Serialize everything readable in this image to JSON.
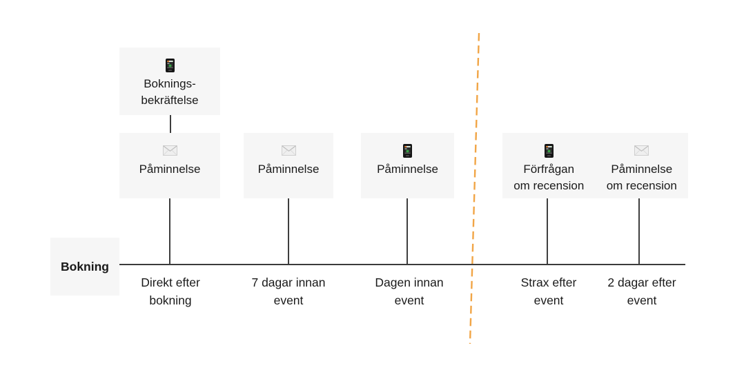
{
  "diagram": {
    "origin_label": "Bokning",
    "messages": {
      "confirmation": {
        "icon": "phone-icon",
        "line1": "Boknings-",
        "line2": "bekräftelse"
      },
      "reminder_after_booking": {
        "icon": "envelope-icon",
        "line1": "Påminnelse",
        "line2": ""
      },
      "reminder_7_days": {
        "icon": "envelope-icon",
        "line1": "Påminnelse",
        "line2": ""
      },
      "reminder_day_before": {
        "icon": "phone-icon",
        "line1": "Påminnelse",
        "line2": ""
      },
      "review_request": {
        "icon": "phone-icon",
        "line1": "Förfrågan",
        "line2": "om recension"
      },
      "review_reminder": {
        "icon": "envelope-icon",
        "line1": "Påminnelse",
        "line2": "om recension"
      }
    },
    "time_labels": {
      "t1": {
        "line1": "Direkt efter",
        "line2": "bokning"
      },
      "t2": {
        "line1": "7 dagar innan",
        "line2": "event"
      },
      "t3": {
        "line1": "Dagen innan",
        "line2": "event"
      },
      "t4": {
        "line1": "Strax efter",
        "line2": "event"
      },
      "t5": {
        "line1": "2 dagar efter",
        "line2": "event"
      }
    },
    "colors": {
      "box_background": "#f6f6f6",
      "timeline_line": "#3b3b3b",
      "text": "#1a1a1a",
      "divider_dash": "#f1a546"
    }
  }
}
